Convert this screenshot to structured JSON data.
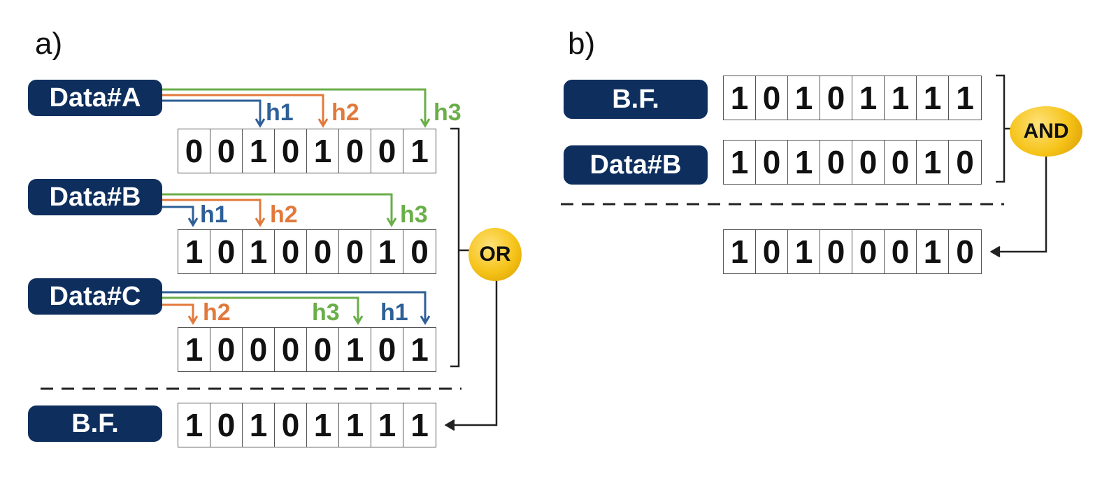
{
  "panel_a": {
    "letter": "a)",
    "rows": [
      {
        "label": "Data#A",
        "bits": [
          "0",
          "0",
          "1",
          "0",
          "1",
          "0",
          "0",
          "1"
        ]
      },
      {
        "label": "Data#B",
        "bits": [
          "1",
          "0",
          "1",
          "0",
          "0",
          "0",
          "1",
          "0"
        ]
      },
      {
        "label": "Data#C",
        "bits": [
          "1",
          "0",
          "0",
          "0",
          "0",
          "1",
          "0",
          "1"
        ]
      }
    ],
    "hash_labels": {
      "a": [
        "h1",
        "h2",
        "h3"
      ],
      "b": [
        "h1",
        "h2",
        "h3"
      ],
      "c": [
        "h2",
        "h3",
        "h1"
      ]
    },
    "operator": "OR",
    "result": {
      "label": "B.F.",
      "bits": [
        "1",
        "0",
        "1",
        "0",
        "1",
        "1",
        "1",
        "1"
      ]
    }
  },
  "panel_b": {
    "letter": "b)",
    "rows": [
      {
        "label": "B.F.",
        "bits": [
          "1",
          "0",
          "1",
          "0",
          "1",
          "1",
          "1",
          "1"
        ]
      },
      {
        "label": "Data#B",
        "bits": [
          "1",
          "0",
          "1",
          "0",
          "0",
          "0",
          "1",
          "0"
        ]
      }
    ],
    "operator": "AND",
    "result": {
      "bits": [
        "1",
        "0",
        "1",
        "0",
        "0",
        "0",
        "1",
        "0"
      ]
    }
  },
  "colors": {
    "h1": "#2e5f97",
    "h2": "#e2793c",
    "h3": "#6aae48",
    "pill": "#0e2f5e",
    "operator": "#f5c318"
  }
}
